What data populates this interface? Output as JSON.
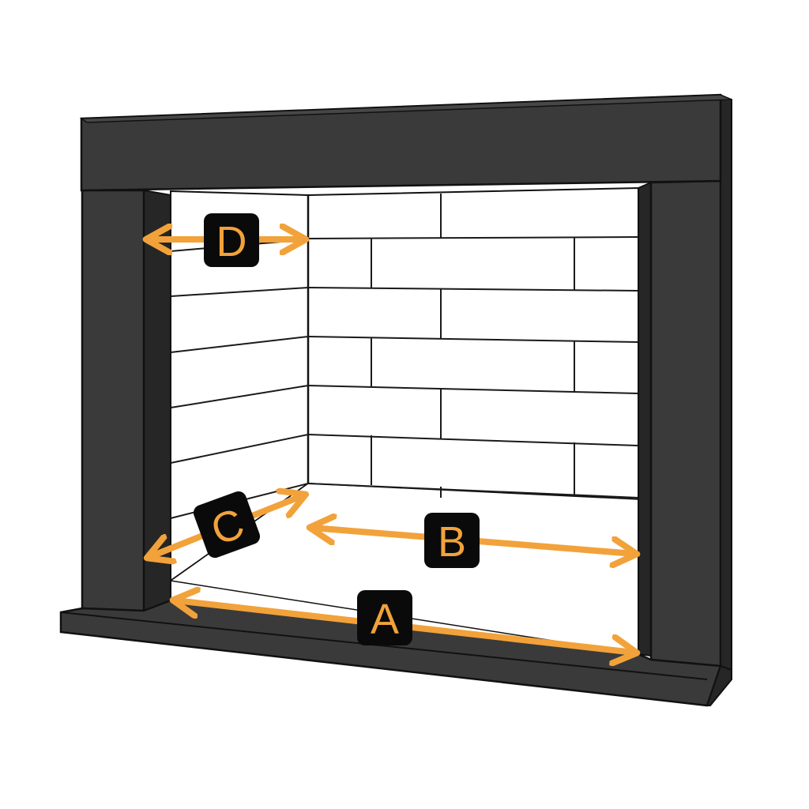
{
  "diagram": {
    "colors": {
      "frame": "#3a3a3a",
      "frame_dark": "#262626",
      "frame_light": "#474747",
      "outline": "#111111",
      "brick_face": "#ffffff",
      "mortar": "#1a1a1a",
      "arrow": "#f2a23a",
      "label_bg": "#0a0a0a"
    },
    "dimensions": [
      {
        "id": "A",
        "label": "A"
      },
      {
        "id": "B",
        "label": "B"
      },
      {
        "id": "C",
        "label": "C"
      },
      {
        "id": "D",
        "label": "D"
      }
    ]
  }
}
